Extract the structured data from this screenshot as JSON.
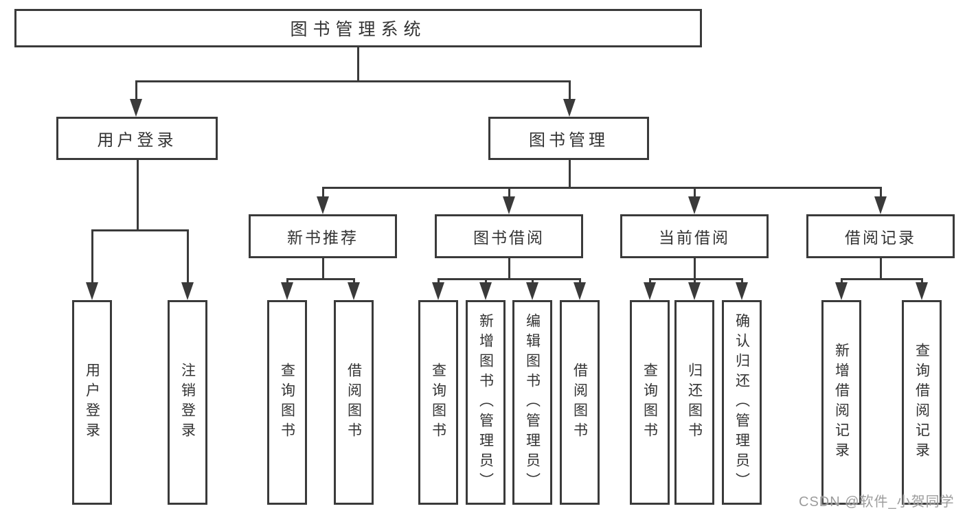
{
  "diagram": {
    "type": "functional-structure-tree",
    "colors": {
      "line": "#3a3a3a",
      "box_border": "#3a3a3a",
      "text": "#333333",
      "background": "#ffffff",
      "watermark": "#949494"
    }
  },
  "tree": {
    "label": "图书管理系统",
    "children": [
      {
        "label": "用户登录",
        "children": [
          {
            "label": "用户登录"
          },
          {
            "label": "注销登录"
          }
        ]
      },
      {
        "label": "图书管理",
        "children": [
          {
            "label": "新书推荐",
            "children": [
              {
                "label": "查询图书"
              },
              {
                "label": "借阅图书"
              }
            ]
          },
          {
            "label": "图书借阅",
            "children": [
              {
                "label": "查询图书"
              },
              {
                "label": "新增图书（管理员）"
              },
              {
                "label": "编辑图书（管理员）"
              },
              {
                "label": "借阅图书"
              }
            ]
          },
          {
            "label": "当前借阅",
            "children": [
              {
                "label": "查询图书"
              },
              {
                "label": "归还图书"
              },
              {
                "label": "确认归还（管理员）"
              }
            ]
          },
          {
            "label": "借阅记录",
            "children": [
              {
                "label": "新增借阅记录"
              },
              {
                "label": "查询借阅记录"
              }
            ]
          }
        ]
      }
    ]
  },
  "watermark": {
    "text": "CSDN @软件_小贺同学"
  }
}
